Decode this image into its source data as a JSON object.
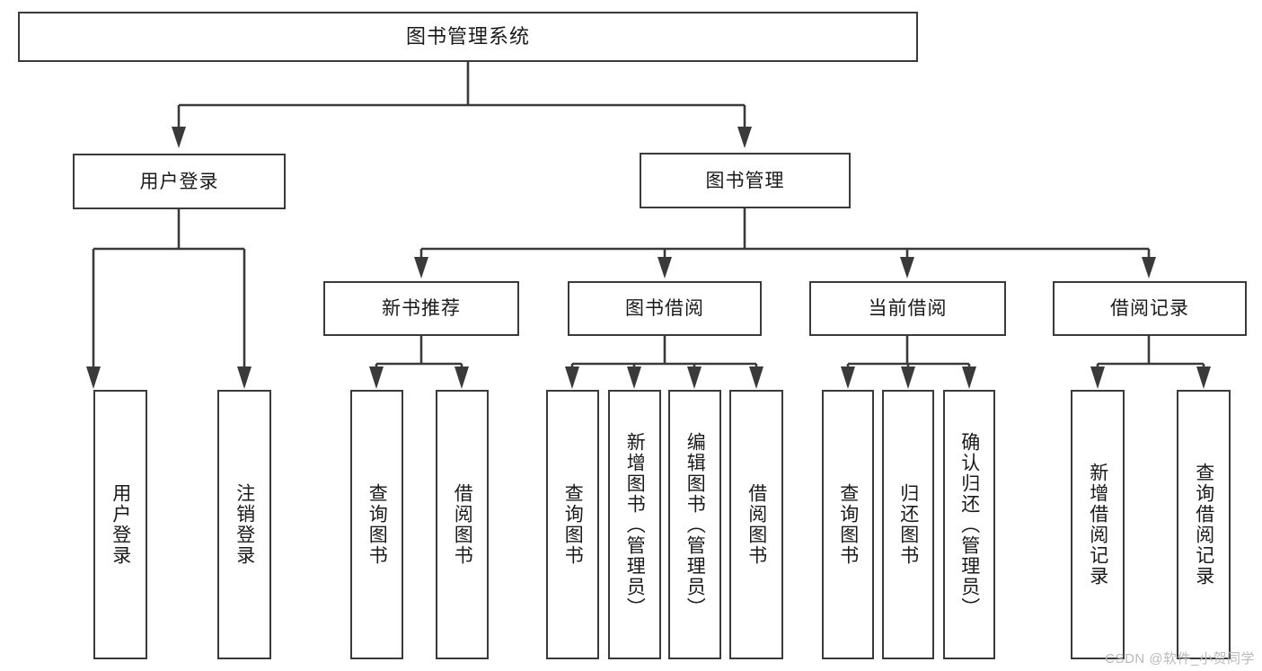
{
  "diagram": {
    "title": "图书管理系统",
    "type": "hierarchy-tree",
    "root": {
      "id": "root",
      "label": "图书管理系统"
    },
    "level1": [
      {
        "id": "user-login",
        "label": "用户登录"
      },
      {
        "id": "book-manage",
        "label": "图书管理"
      }
    ],
    "level2": [
      {
        "id": "new-book-recommend",
        "label": "新书推荐",
        "parent": "book-manage"
      },
      {
        "id": "book-borrow",
        "label": "图书借阅",
        "parent": "book-manage"
      },
      {
        "id": "current-borrow",
        "label": "当前借阅",
        "parent": "book-manage"
      },
      {
        "id": "borrow-record",
        "label": "借阅记录",
        "parent": "book-manage"
      }
    ],
    "leaves": [
      {
        "id": "leaf-user-login",
        "label": "用户登录",
        "parent": "user-login"
      },
      {
        "id": "leaf-logout-login",
        "label": "注销登录",
        "parent": "user-login"
      },
      {
        "id": "leaf-query-book-1",
        "label": "查询图书",
        "parent": "new-book-recommend"
      },
      {
        "id": "leaf-borrow-book-1",
        "label": "借阅图书",
        "parent": "new-book-recommend"
      },
      {
        "id": "leaf-query-book-2",
        "label": "查询图书",
        "parent": "book-borrow"
      },
      {
        "id": "leaf-add-book",
        "label": "新增图书（管理员）",
        "parent": "book-borrow"
      },
      {
        "id": "leaf-edit-book",
        "label": "编辑图书（管理员）",
        "parent": "book-borrow"
      },
      {
        "id": "leaf-borrow-book-2",
        "label": "借阅图书",
        "parent": "book-borrow"
      },
      {
        "id": "leaf-query-book-3",
        "label": "查询图书",
        "parent": "current-borrow"
      },
      {
        "id": "leaf-return-book",
        "label": "归还图书",
        "parent": "current-borrow"
      },
      {
        "id": "leaf-confirm-return",
        "label": "确认归还（管理员）",
        "parent": "current-borrow"
      },
      {
        "id": "leaf-add-record",
        "label": "新增借阅记录",
        "parent": "borrow-record"
      },
      {
        "id": "leaf-query-record",
        "label": "查询借阅记录",
        "parent": "borrow-record"
      }
    ],
    "watermark": "CSDN @软件_小贺同学",
    "colors": {
      "border": "#3a3a3a",
      "text": "#1a1a1a",
      "background": "#ffffff",
      "watermark": "#b9b9b9"
    }
  }
}
